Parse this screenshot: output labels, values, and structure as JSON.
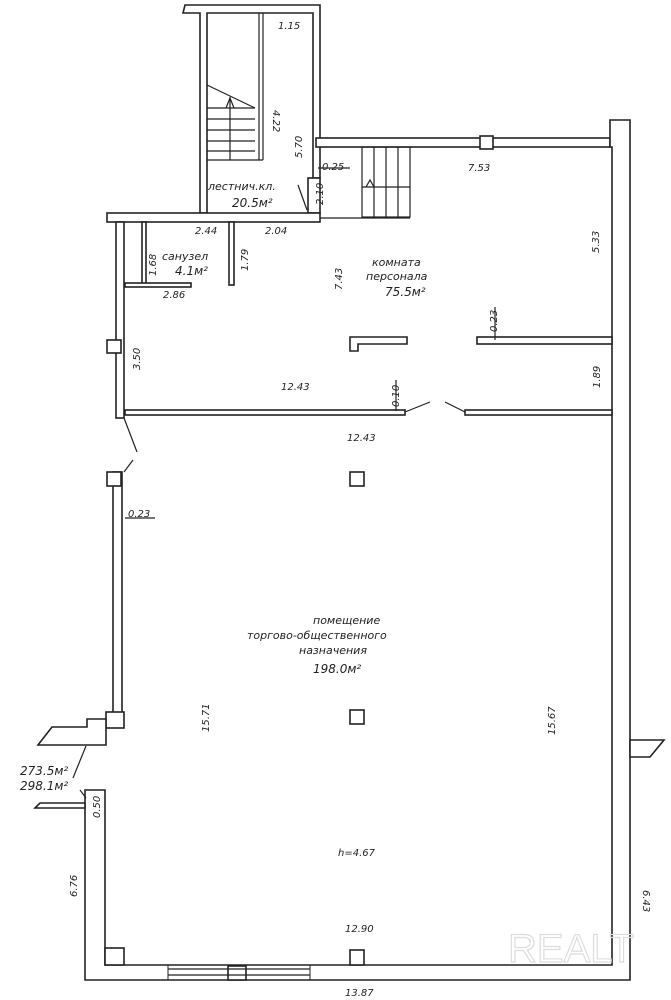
{
  "rooms": {
    "stairwell": {
      "name": "лестнич.кл.",
      "area": "20.5м²"
    },
    "bathroom": {
      "name": "санузел",
      "area": "4.1м²"
    },
    "staff_room": {
      "name_line1": "комната",
      "name_line2": "персонала",
      "area": "75.5м²"
    },
    "main_hall": {
      "name_line1": "помещение",
      "name_line2": "торгово-общественного",
      "name_line3": "назначения",
      "area": "198.0м²",
      "height": "h=4.67"
    }
  },
  "totals": {
    "area_1": "273.5м²",
    "area_2": "298.1м²"
  },
  "dimensions": {
    "d115": "1.15",
    "d422": "4.22",
    "d570": "5.70",
    "d025": "0.25",
    "d210": "2.10",
    "d753": "7.53",
    "d244": "2.44",
    "d204": "2.04",
    "d533": "5.33",
    "d168": "1.68",
    "d179": "1.79",
    "d286": "2.86",
    "d743": "7.43",
    "d023a": "0.23",
    "d350": "3.50",
    "d1243a": "12.43",
    "d010": "0.10",
    "d189": "1.89",
    "d1243b": "12.43",
    "d023b": "0.23",
    "d1571": "15.71",
    "d1567": "15.67",
    "d050": "0.50",
    "d676": "6.76",
    "d643": "6.43",
    "d1290": "12.90",
    "d1387": "13.87"
  },
  "watermark": "REALT"
}
